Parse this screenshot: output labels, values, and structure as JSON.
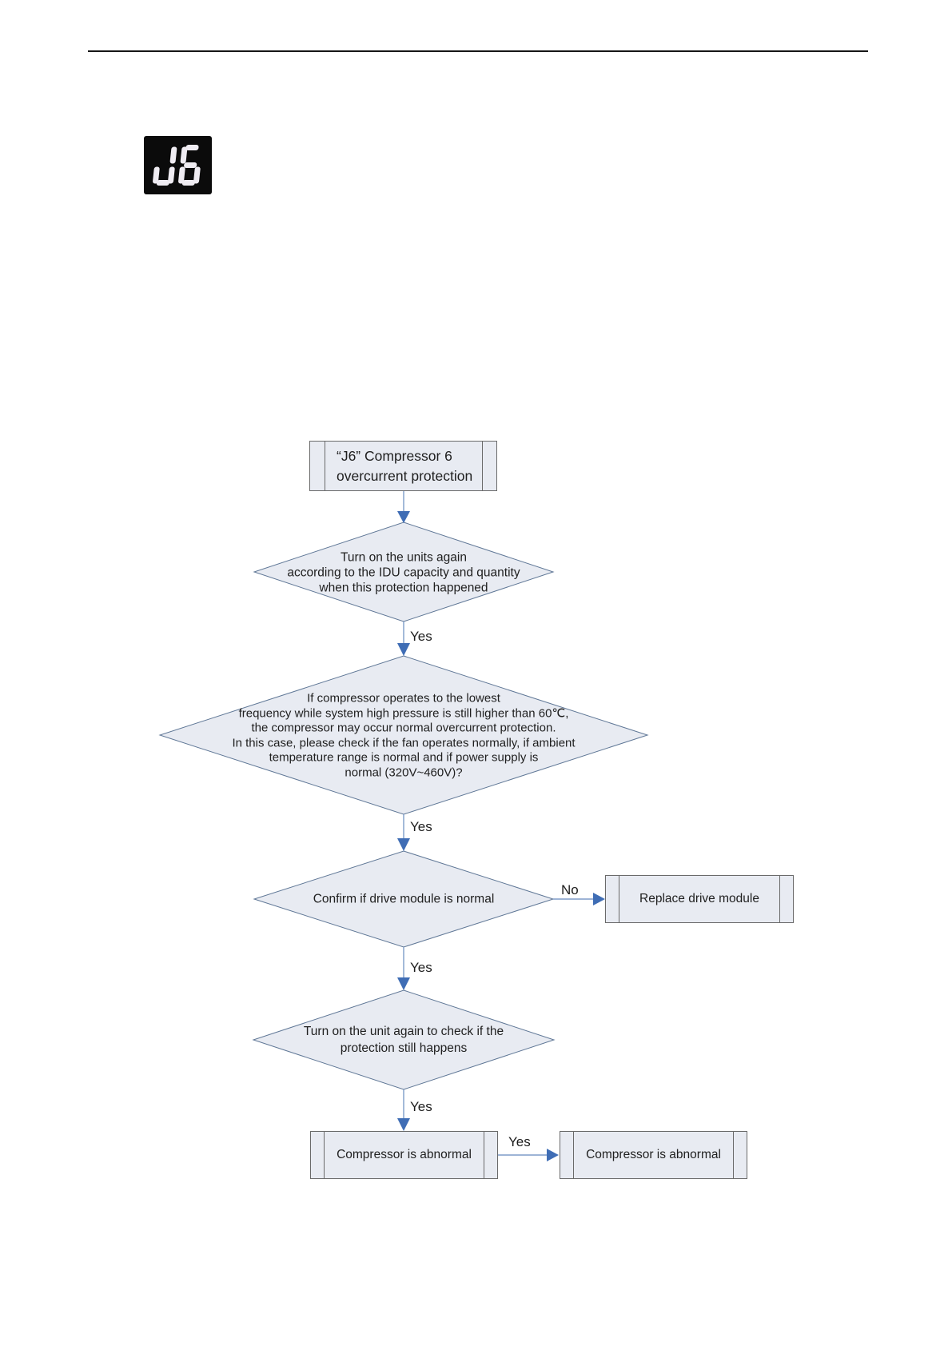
{
  "page": {
    "background": "#ffffff",
    "header_rule_color": "#161616"
  },
  "error_display": {
    "code": "J6",
    "style": "seven-segment-led",
    "bg": "#0b0b0b",
    "segment_color": "#efecf2"
  },
  "flowchart": {
    "colors": {
      "node_fill": "#e8ebf2",
      "diamond_border": "#5f7796",
      "box_border": "#6a6a6a",
      "arrow_line": "#7e9cc9",
      "arrow_head": "#3f6db5",
      "text": "#1f1f1f"
    },
    "nodes": {
      "start": {
        "type": "process",
        "text": "“J6” Compressor 6\novercurrent protection"
      },
      "decision1": {
        "type": "decision",
        "text": "Turn on the units again\naccording to the IDU capacity and quantity\nwhen this protection happened"
      },
      "decision2": {
        "type": "decision",
        "text": "If compressor operates to the lowest\nfrequency while system high pressure is still higher than 60℃,\nthe compressor may occur normal overcurrent protection.\nIn this case, please check if the fan operates normally, if ambient\ntemperature range is normal and if power supply is\nnormal (320V~460V)?"
      },
      "decision3": {
        "type": "decision",
        "text": "Confirm if drive module is normal"
      },
      "replace_module": {
        "type": "process",
        "text": "Replace drive module"
      },
      "decision4": {
        "type": "decision",
        "text": "Turn on the unit again to check if the\nprotection still happens"
      },
      "result_left": {
        "type": "process",
        "text": "Compressor is abnormal"
      },
      "result_right": {
        "type": "process",
        "text": "Compressor is abnormal"
      }
    },
    "edges": {
      "d1_yes": "Yes",
      "d2_yes": "Yes",
      "d3_yes": "Yes",
      "d3_no": "No",
      "d4_yes": "Yes",
      "result_yes": "Yes"
    }
  }
}
